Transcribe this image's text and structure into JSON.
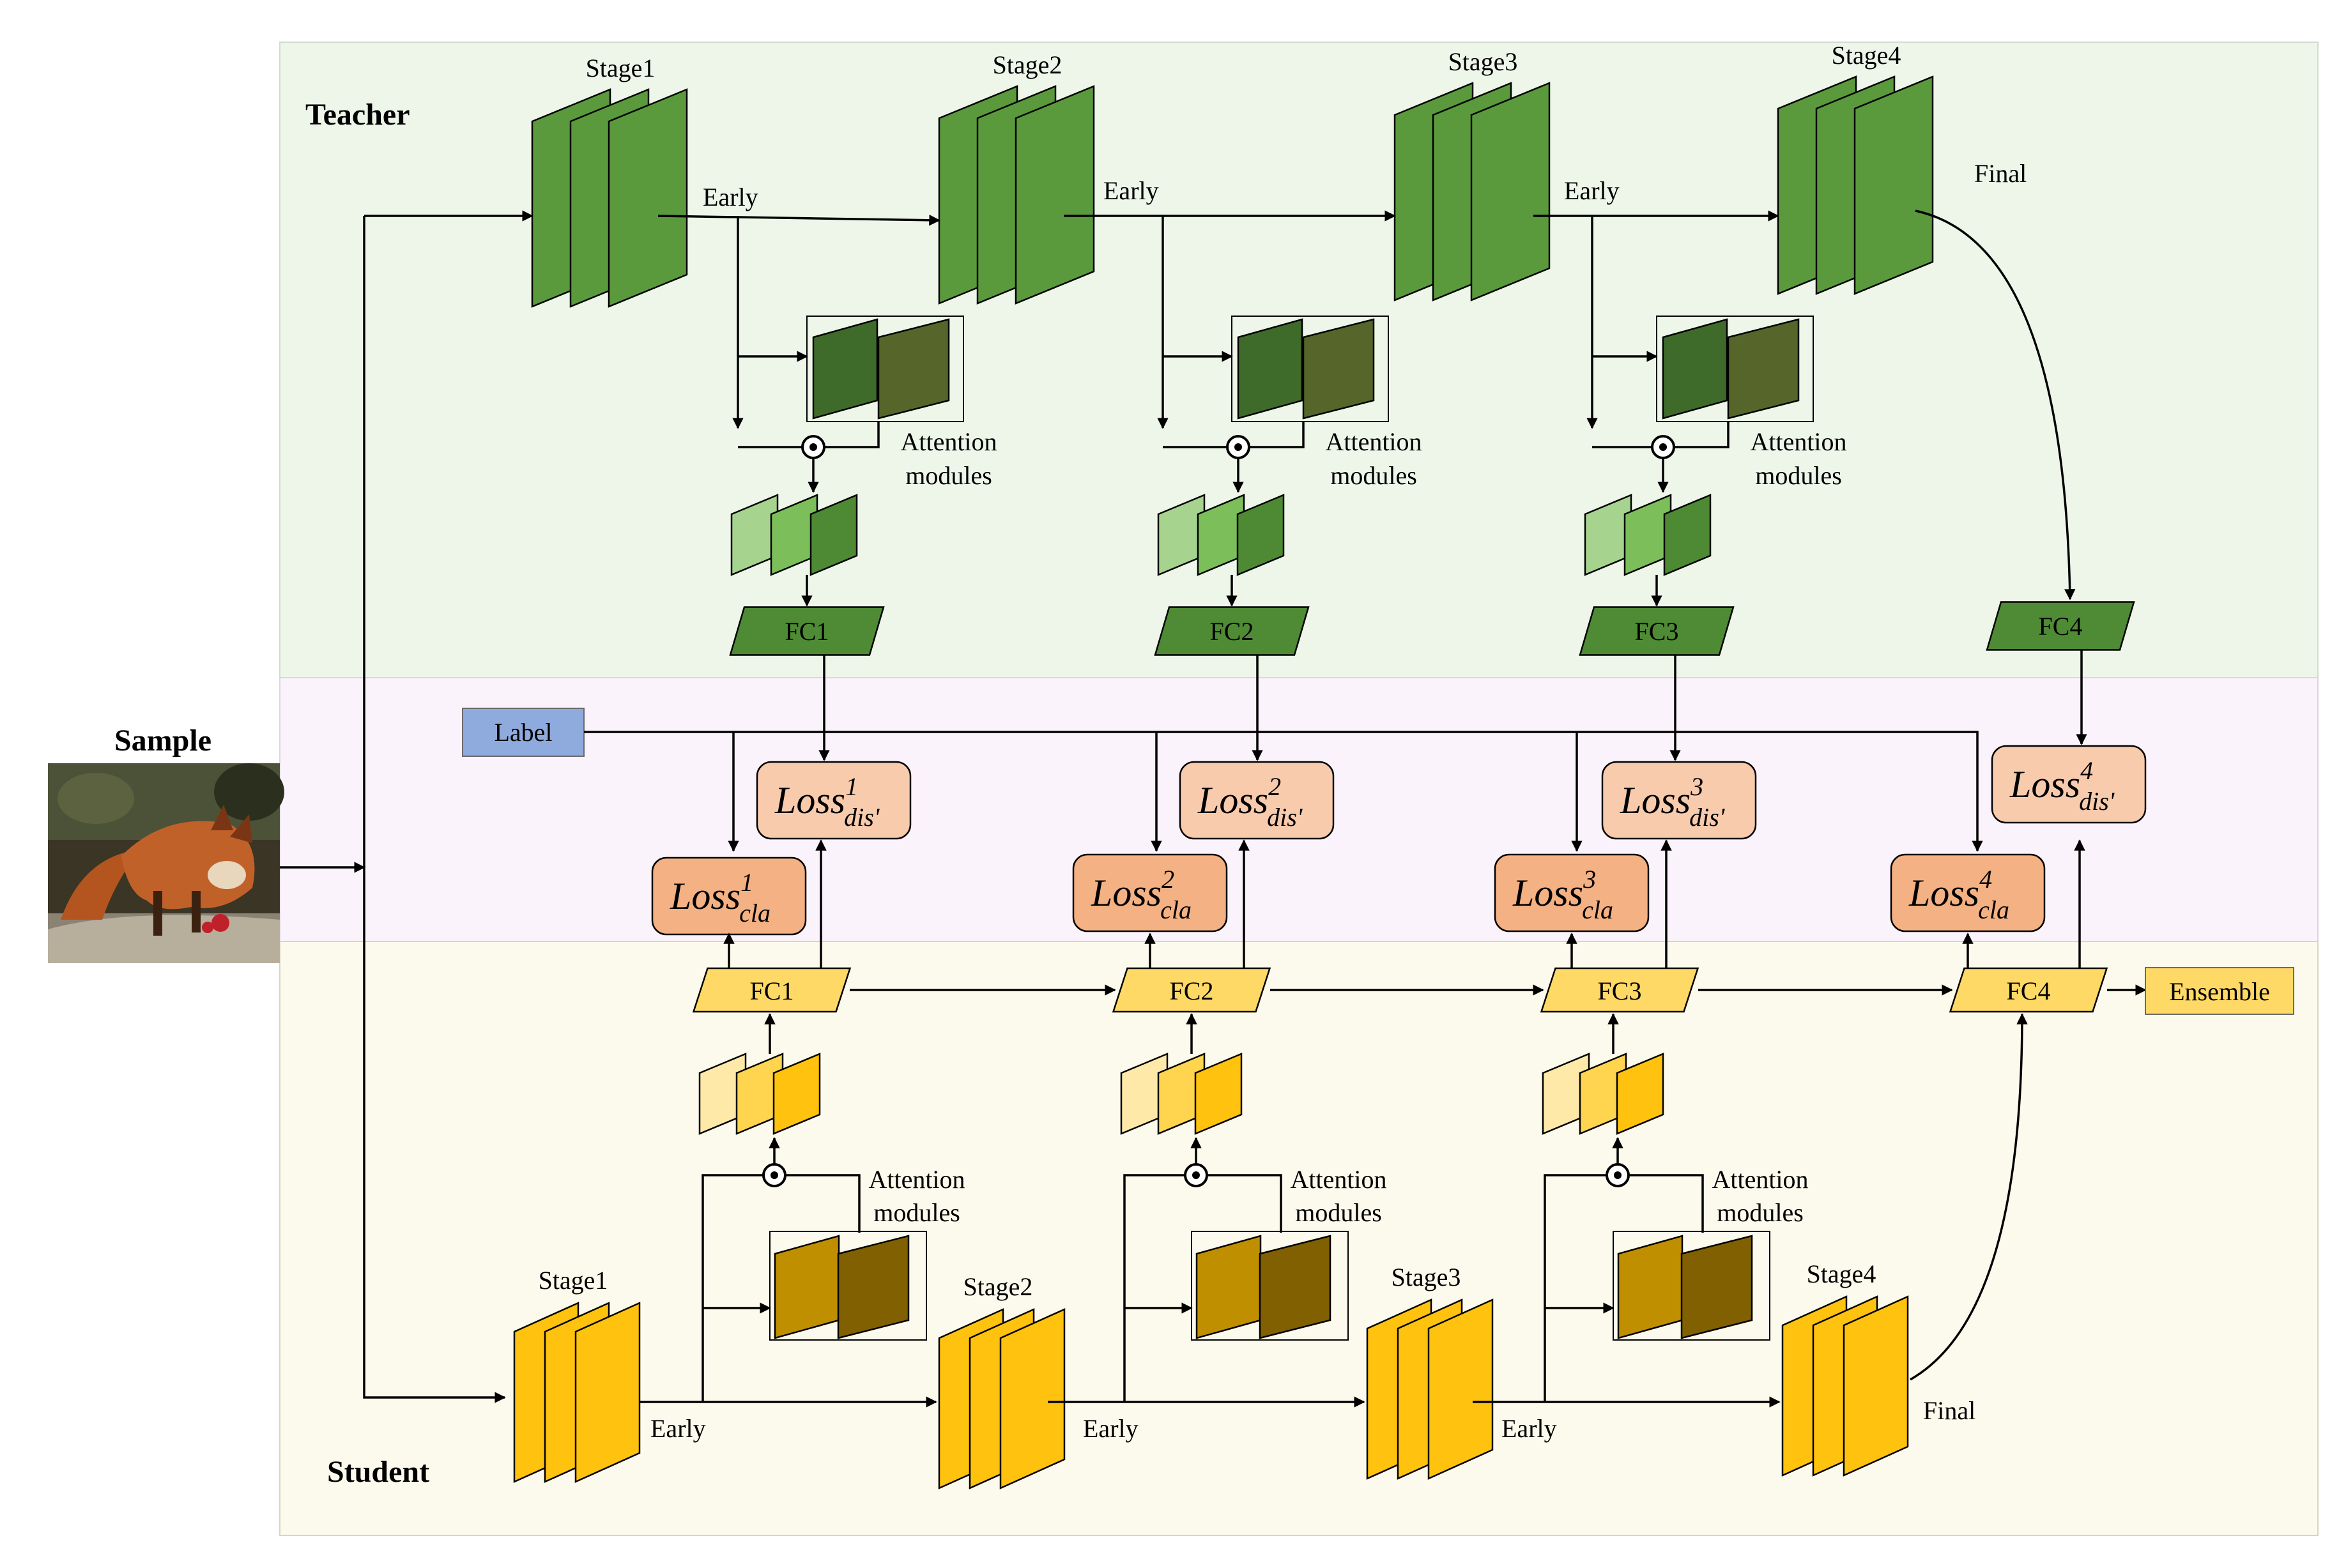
{
  "sections": {
    "teacher": "Teacher",
    "student": "Student",
    "sample": "Sample"
  },
  "teacher": {
    "stages": [
      "Stage1",
      "Stage2",
      "Stage3",
      "Stage4"
    ],
    "early": "Early",
    "final": "Final",
    "attention": [
      "Attention",
      "modules"
    ],
    "fc": [
      "FC1",
      "FC2",
      "FC3",
      "FC4"
    ]
  },
  "student": {
    "stages": [
      "Stage1",
      "Stage2",
      "Stage3",
      "Stage4"
    ],
    "early": "Early",
    "final": "Final",
    "attention": [
      "Attention",
      "modules"
    ],
    "fc": [
      "FC1",
      "FC2",
      "FC3",
      "FC4"
    ]
  },
  "label": "Label",
  "ensemble": "Ensemble",
  "losses": {
    "main": "Loss",
    "cla_sub": "cla",
    "dis_sub": "dis'",
    "sup": [
      "1",
      "2",
      "3",
      "4"
    ]
  },
  "colors": {
    "teacher_bg": "#eef6ea",
    "label_bg": "#fbf3fb",
    "student_bg": "#fcfaec",
    "teacher_stage": "#5a9a3d",
    "teacher_att": "#3f6b2a",
    "teacher_att2": "#56662b",
    "teacher_fc": "#4f8a35",
    "student_stage": "#ffc20e",
    "student_att": "#bf8f00",
    "student_att2": "#806000",
    "student_fc": "#ffd966",
    "loss_cla": "#f4b183",
    "loss_dis": "#f8cbad",
    "label_box": "#8faadc"
  }
}
